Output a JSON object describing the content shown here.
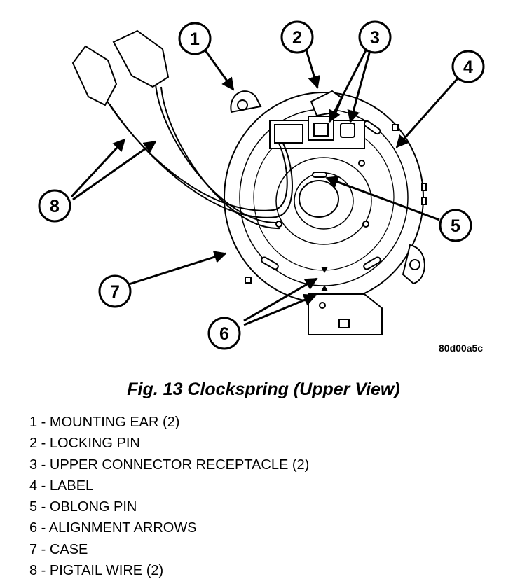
{
  "figure": {
    "code": "80d00a5c",
    "caption": "Fig. 13 Clockspring (Upper View)"
  },
  "callouts": [
    "1",
    "2",
    "3",
    "4",
    "5",
    "6",
    "7",
    "8"
  ],
  "legend": [
    {
      "num": "1",
      "text": "MOUNTING EAR (2)"
    },
    {
      "num": "2",
      "text": "LOCKING PIN"
    },
    {
      "num": "3",
      "text": "UPPER CONNECTOR RECEPTACLE (2)"
    },
    {
      "num": "4",
      "text": "LABEL"
    },
    {
      "num": "5",
      "text": "OBLONG PIN"
    },
    {
      "num": "6",
      "text": "ALIGNMENT ARROWS"
    },
    {
      "num": "7",
      "text": "CASE"
    },
    {
      "num": "8",
      "text": "PIGTAIL WIRE (2)"
    }
  ]
}
